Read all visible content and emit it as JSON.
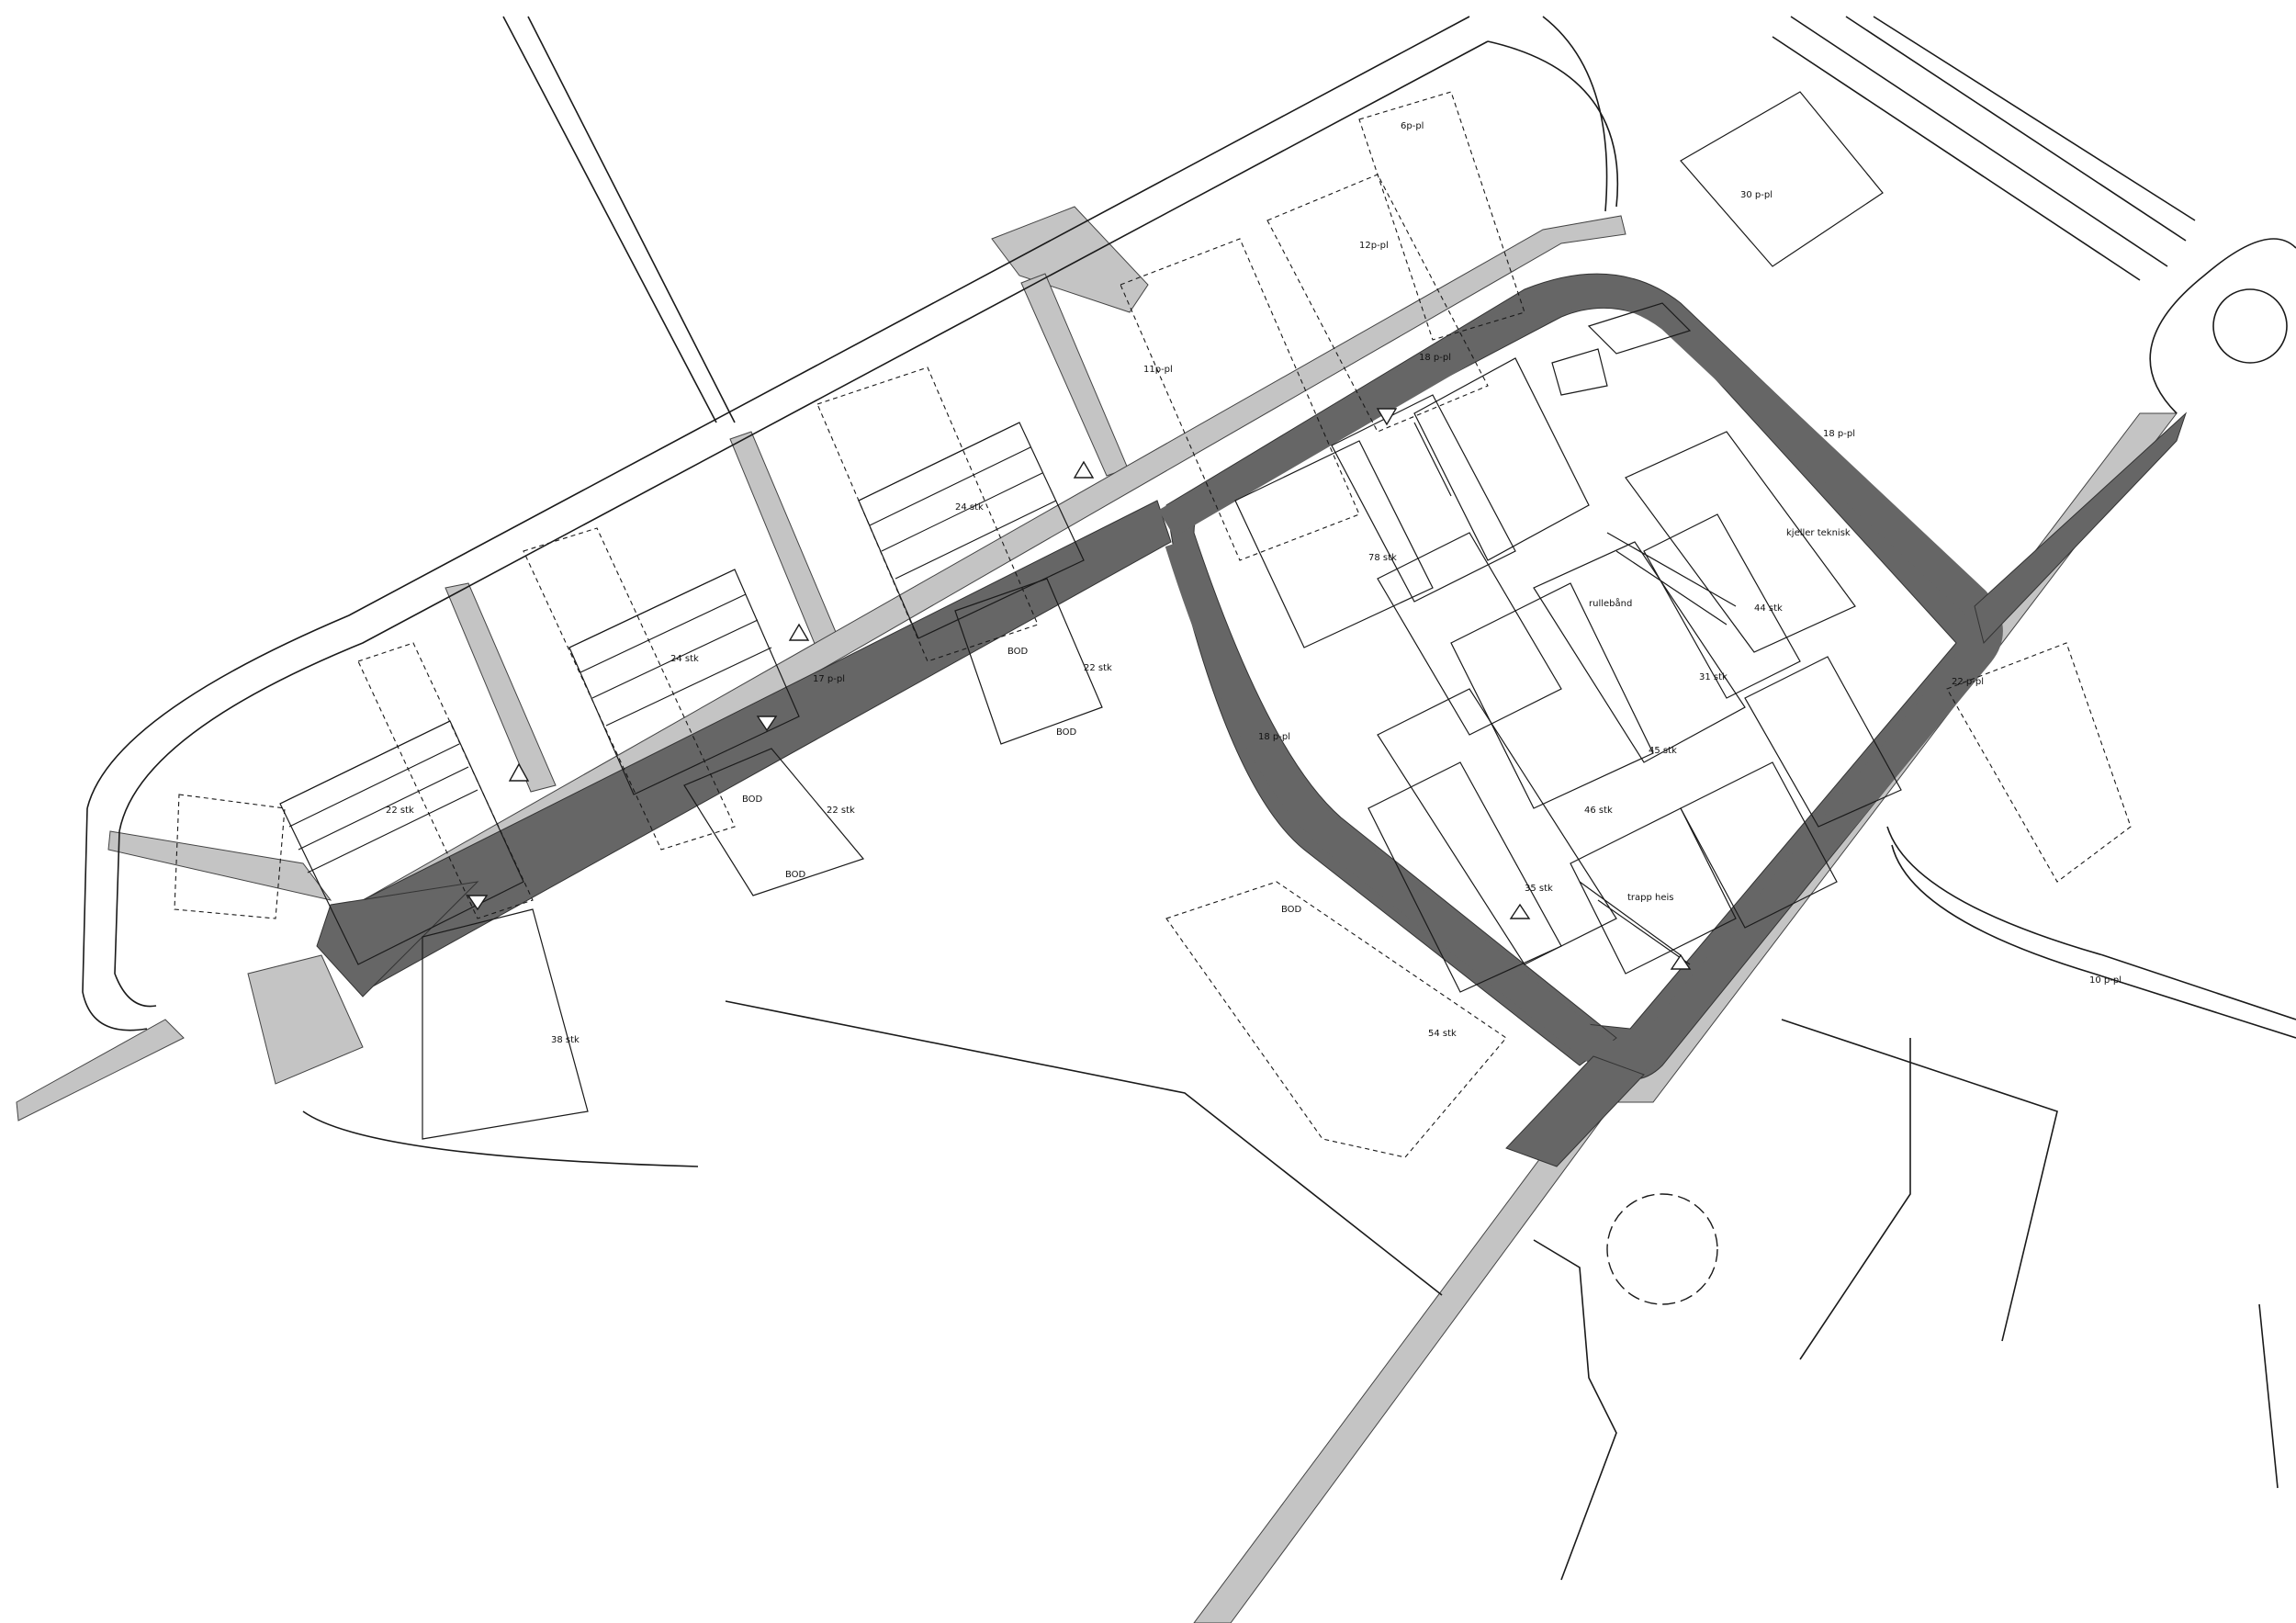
{
  "labels": {
    "p6": "6p-pl",
    "p12": "12p-pl",
    "p11": "11p-pl",
    "p30": "30 p-pl",
    "p18_top": "18 p-pl",
    "p18_right": "18 p-pl",
    "p17": "17 p-pl",
    "p18_left": "18 p-pl",
    "p22": "22 p-pl",
    "p10": "10 p-pl",
    "stk24_a": "24 stk",
    "stk24_b": "24 stk",
    "stk22_a": "22 stk",
    "stk22_b": "22 stk",
    "stk22_c": "22 stk",
    "stk38": "38 stk",
    "stk54": "54 stk",
    "stk78": "78 stk",
    "stk44": "44 stk",
    "stk31": "31 stk",
    "stk45": "45 stk",
    "stk46": "46 stk",
    "stk35": "35 stk",
    "bod1": "BOD",
    "bod2": "BOD",
    "bod3": "BOD",
    "bod4": "BOD",
    "bod5": "BOD",
    "kjeller": "kjeller teknisk",
    "rulle": "rullebånd",
    "trapp": "trapp heis"
  }
}
